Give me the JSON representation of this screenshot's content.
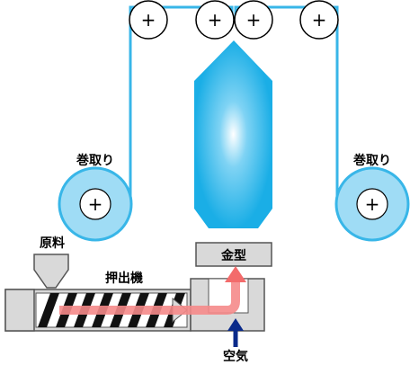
{
  "labels": {
    "left_winder": "巻取り",
    "right_winder": "巻取り",
    "raw_material": "原料",
    "extruder": "押出機",
    "die": "金型",
    "air": "空気"
  },
  "roller_symbol": "+",
  "colors": {
    "film_line": "#38b6e8",
    "bubble": "#1aaee6",
    "bubble_highlight": "#ffffff",
    "winder_ring": "#9fdcf5",
    "winder_core": "#ffffff",
    "machine_fill": "#d9d9d9",
    "machine_stroke": "#555555",
    "melt_flow": "#f36b6b",
    "melt_flow_light": "#f9a3a3",
    "air_arrow": "#0a2a8a",
    "screw_stripe": "#111111"
  }
}
